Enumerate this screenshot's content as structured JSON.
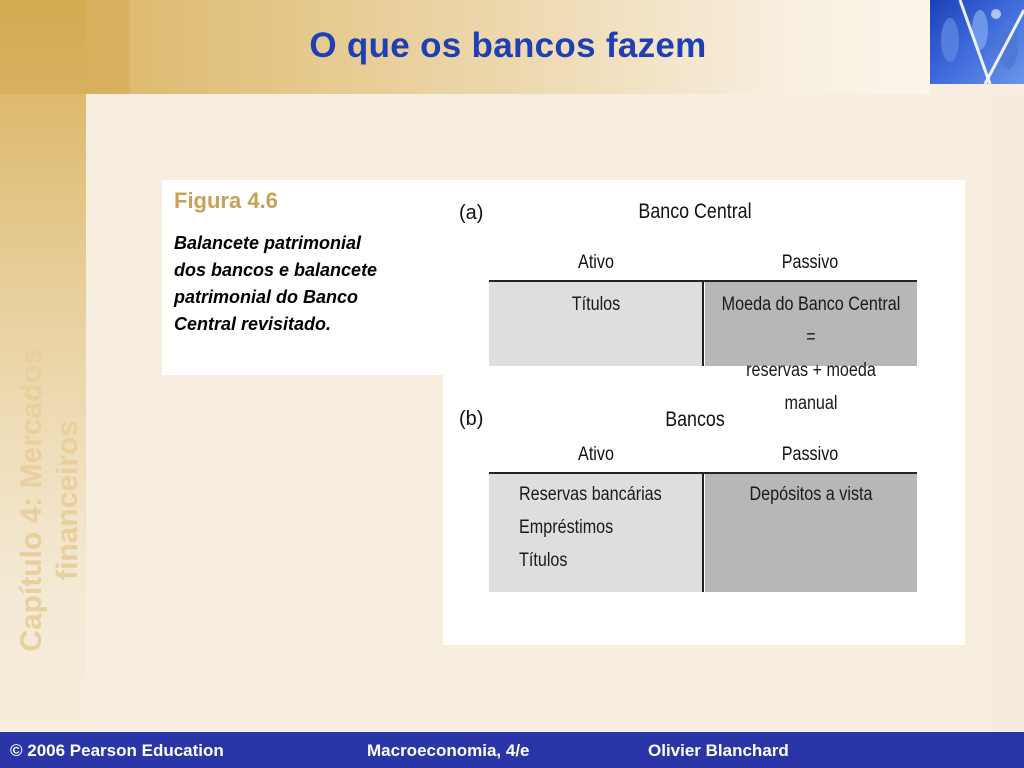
{
  "slide": {
    "title": "O que os bancos fazem",
    "vertical_title_line1": "Capítulo 4: Mercados",
    "vertical_title_line2": "financeiros"
  },
  "caption": {
    "label": "Figura 4.6",
    "text_lines": [
      "Balancete patrimonial",
      "dos bancos e balancete",
      "patrimonial do Banco",
      "Central revisitado."
    ]
  },
  "figure": {
    "panel_a": {
      "letter": "(a)",
      "title": "Banco Central",
      "ativo_header": "Ativo",
      "passivo_header": "Passivo",
      "ativo_items": [
        "Títulos"
      ],
      "passivo_items": [
        "Moeda do Banco Central =",
        "reservas + moeda manual"
      ]
    },
    "panel_b": {
      "letter": "(b)",
      "title": "Bancos",
      "ativo_header": "Ativo",
      "passivo_header": "Passivo",
      "ativo_items": [
        "Reservas bancárias",
        "Empréstimos",
        "Títulos"
      ],
      "passivo_items": [
        "Depósitos a vista"
      ]
    }
  },
  "footer": {
    "copyright": "© 2006 Pearson Education",
    "book": "Macroeconomia, 4/e",
    "author": "Olivier Blanchard"
  },
  "colors": {
    "title": "#1f3fb5",
    "figure_label": "#c8a05a",
    "footer_bg": "#2a35a8",
    "left_cell": "#dedede",
    "right_cell": "#b7b7b7"
  },
  "icons": {
    "logo": "pearson-abstract-logo-icon"
  }
}
